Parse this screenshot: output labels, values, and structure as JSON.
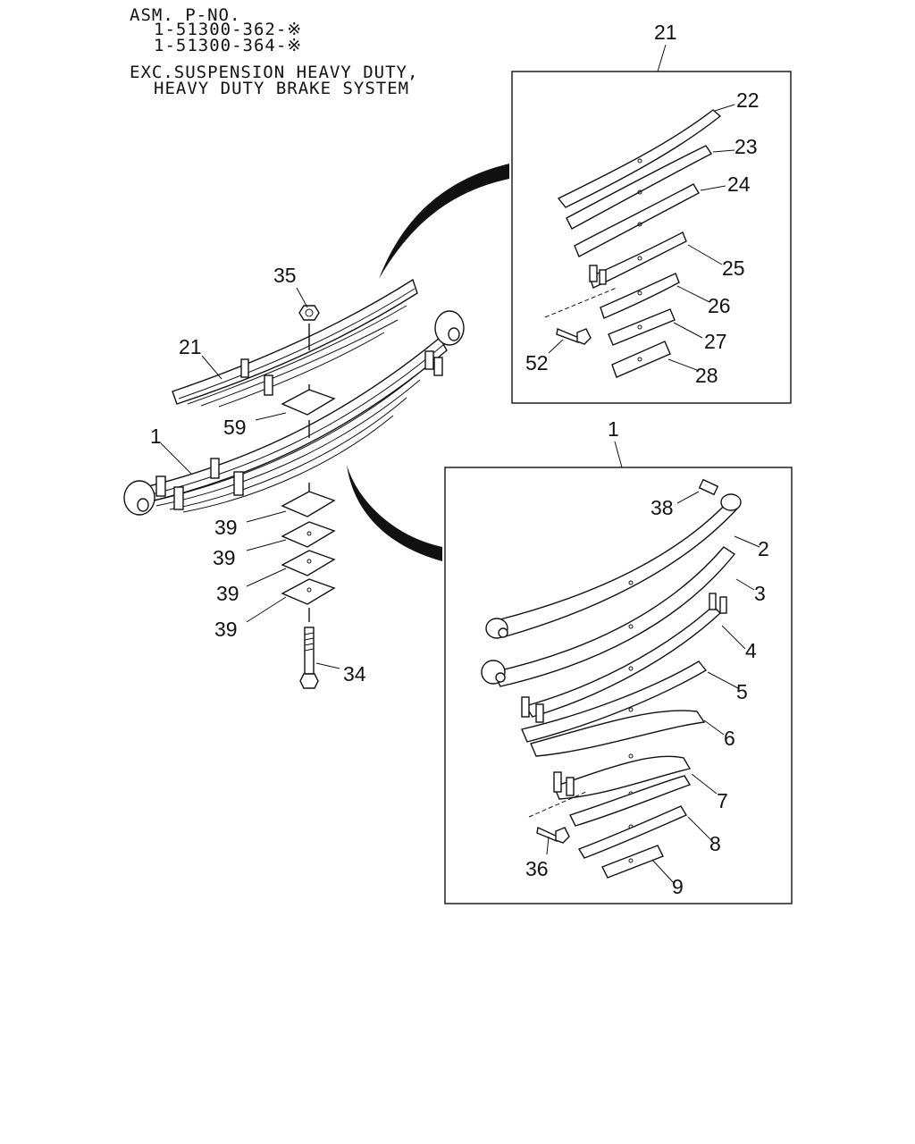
{
  "header": {
    "asm_label": "ASM. P-NO.",
    "part_no_1": "1-51300-362-※",
    "part_no_2": "1-51300-364-※",
    "note_line_1": "EXC.SUSPENSION HEAVY DUTY,",
    "note_line_2": "HEAVY DUTY BRAKE SYSTEM"
  },
  "callouts": {
    "main": {
      "c35": "35",
      "c21": "21",
      "c59": "59",
      "c1": "1",
      "c39a": "39",
      "c39b": "39",
      "c39c": "39",
      "c39d": "39",
      "c34": "34"
    },
    "box21": {
      "title": "21",
      "c22": "22",
      "c23": "23",
      "c24": "24",
      "c25": "25",
      "c26": "26",
      "c27": "27",
      "c28": "28",
      "c52": "52"
    },
    "box1": {
      "title": "1",
      "c38": "38",
      "c2": "2",
      "c3": "3",
      "c4": "4",
      "c5": "5",
      "c6": "6",
      "c7": "7",
      "c8": "8",
      "c9": "9",
      "c36": "36"
    }
  }
}
